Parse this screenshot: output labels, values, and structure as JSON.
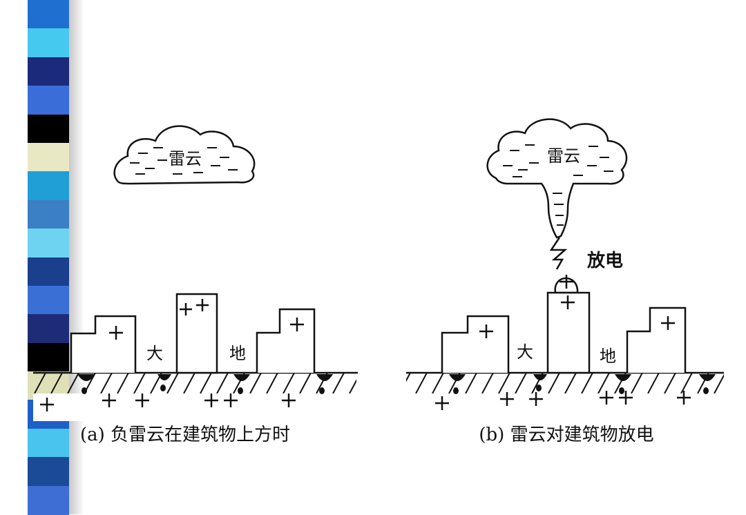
{
  "sidebar": {
    "stripe_colors": [
      "#1f6fd1",
      "#45c9ef",
      "#1b2a7a",
      "#3b6dd8",
      "#000000",
      "#e8e8c4",
      "#1f9fd6",
      "#3b7fc4",
      "#6ed3f0",
      "#1a3f8c",
      "#3a6fd6",
      "#1e2c78",
      "#000000",
      "#dfe0b8",
      "#1e5fc8",
      "#48c4ee",
      "#1b4a96",
      "#3e6ed3"
    ]
  },
  "left_panel": {
    "cloud_label": "雷云",
    "ground_label_1": "大",
    "ground_label_2": "地",
    "caption": "(a) 负雷云在建筑物上方时"
  },
  "right_panel": {
    "cloud_label": "雷云",
    "discharge_label": "放电",
    "ground_label_1": "大",
    "ground_label_2": "地",
    "caption": "(b) 雷云对建筑物放电"
  },
  "symbols": {
    "positive": "+",
    "negative": "—"
  }
}
